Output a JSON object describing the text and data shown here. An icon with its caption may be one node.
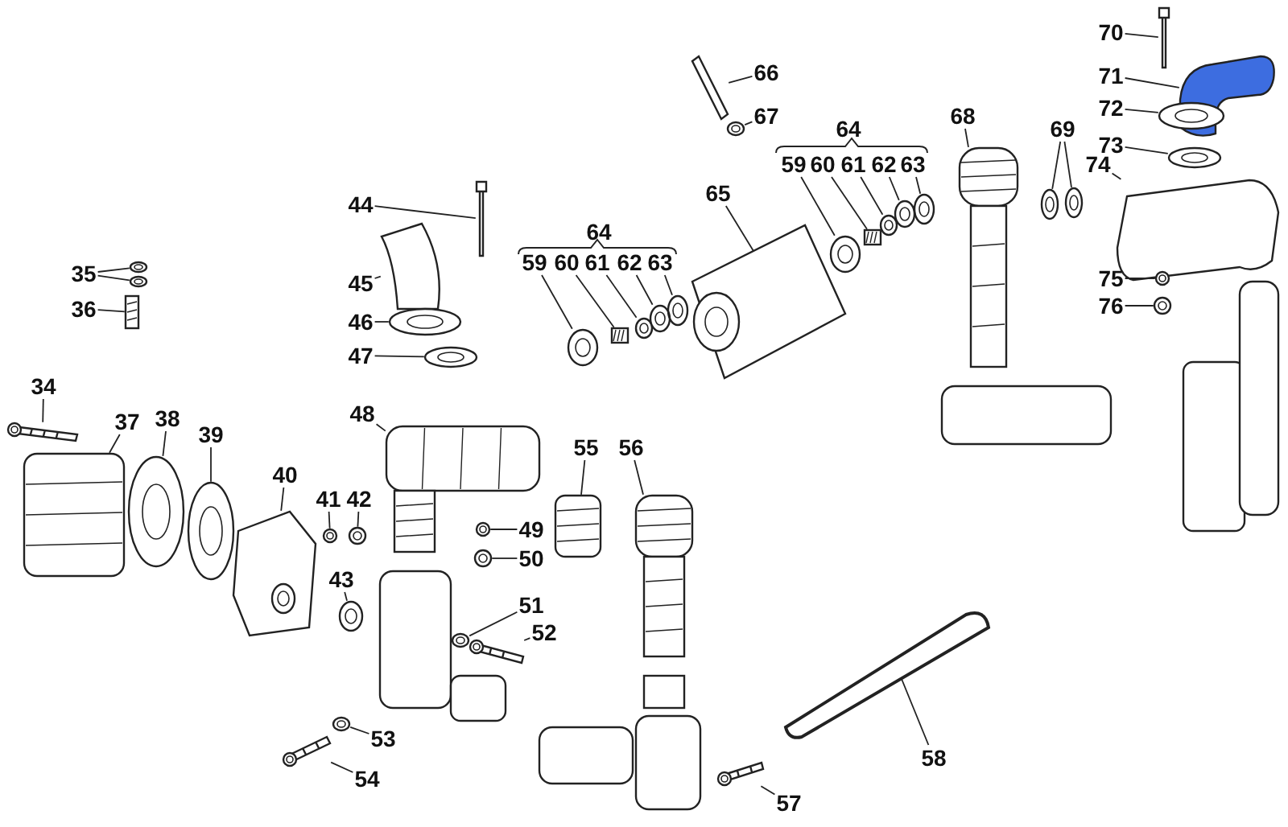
{
  "diagram": {
    "nodes": [
      {
        "text": [
          "70"
        ]
      },
      {
        "text": [
          "71"
        ]
      },
      {
        "text": [
          "72"
        ]
      },
      {
        "text": [
          "73"
        ]
      },
      {
        "text": [
          "74"
        ]
      },
      {
        "text": [
          "75"
        ]
      },
      {
        "text": [
          "76"
        ]
      },
      {
        "text": [
          "66"
        ]
      },
      {
        "text": [
          "67"
        ]
      },
      {
        "text": [
          "59"
        ]
      },
      {
        "text": [
          "60"
        ]
      },
      {
        "text": [
          "61"
        ]
      },
      {
        "text": [
          "62"
        ]
      },
      {
        "text": [
          "63"
        ]
      },
      {
        "text": [
          "68"
        ]
      },
      {
        "text": [
          "69"
        ]
      },
      {
        "text": [
          "44"
        ]
      },
      {
        "text": [
          "45"
        ]
      },
      {
        "text": [
          "46"
        ]
      },
      {
        "text": [
          "47"
        ]
      },
      {
        "text": [
          "59"
        ]
      },
      {
        "text": [
          "60"
        ]
      },
      {
        "text": [
          "61"
        ]
      },
      {
        "text": [
          "62"
        ]
      },
      {
        "text": [
          "63"
        ]
      },
      {
        "text": [
          "65"
        ]
      },
      {
        "text": [
          "35"
        ]
      },
      {
        "text": [
          "36"
        ]
      },
      {
        "text": [
          "34"
        ]
      },
      {
        "text": [
          "37"
        ]
      },
      {
        "text": [
          "38"
        ]
      },
      {
        "text": [
          "39"
        ]
      },
      {
        "text": [
          "40"
        ]
      },
      {
        "text": [
          "41"
        ]
      },
      {
        "text": [
          "42"
        ]
      },
      {
        "text": [
          "43"
        ]
      },
      {
        "text": [
          "48"
        ]
      },
      {
        "text": [
          "49"
        ]
      },
      {
        "text": [
          "50"
        ]
      },
      {
        "text": [
          "51"
        ]
      },
      {
        "text": [
          "52"
        ]
      },
      {
        "text": [
          "53"
        ]
      },
      {
        "text": [
          "54"
        ]
      },
      {
        "text": [
          "55"
        ]
      },
      {
        "text": [
          "56"
        ]
      },
      {
        "text": [
          "57"
        ]
      },
      {
        "text": [
          "58"
        ]
      },
      {
        "text": [],
        "shape": "picture"
      },
      {
        "text": [],
        "shape": "picture"
      },
      {
        "text": [],
        "shape": "picture"
      },
      {
        "text": [],
        "shape": "picture"
      },
      {
        "text": [],
        "shape": "picture"
      },
      {
        "text": [],
        "shape": "picture"
      },
      {
        "text": [],
        "shape": "picture"
      },
      {
        "text": [],
        "shape": "picture"
      },
      {
        "text": [],
        "shape": "picture"
      },
      {
        "text": [],
        "shape": "picture"
      },
      {
        "text": [],
        "shape": "picture"
      },
      {
        "text": [],
        "shape": "picture"
      },
      {
        "text": [],
        "shape": "picture"
      },
      {
        "text": [],
        "shape": "picture"
      },
      {
        "text": [],
        "shape": "picture"
      },
      {
        "text": [],
        "shape": "picture"
      },
      {
        "text": [],
        "shape": "picture"
      },
      {
        "text": [],
        "shape": "picture"
      },
      {
        "text": [],
        "shape": "picture"
      },
      {
        "text": [],
        "shape": "picture"
      },
      {
        "text": [],
        "shape": "picture"
      },
      {
        "text": [],
        "shape": "picture"
      },
      {
        "text": [],
        "shape": "picture"
      },
      {
        "text": [],
        "shape": "picture"
      },
      {
        "text": [],
        "shape": "picture"
      },
      {
        "text": [],
        "shape": "picture"
      },
      {
        "text": [],
        "shape": "picture"
      },
      {
        "text": [],
        "shape": "picture"
      },
      {
        "text": [],
        "shape": "picture"
      },
      {
        "text": [],
        "shape": "picture"
      },
      {
        "text": [],
        "shape": "picture"
      },
      {
        "text": [],
        "shape": "picture"
      },
      {
        "text": [],
        "shape": "picture"
      },
      {
        "text": [],
        "shape": "picture"
      },
      {
        "text": [],
        "shape": "picture"
      },
      {
        "text": [],
        "shape": "picture"
      },
      {
        "text": [],
        "shape": "picture"
      },
      {
        "text": [],
        "shape": "picture"
      },
      {
        "text": [],
        "shape": "picture"
      },
      {
        "text": [],
        "shape": "picture"
      },
      {
        "text": [],
        "shape": "picture"
      },
      {
        "text": [],
        "shape": "picture"
      },
      {
        "text": [],
        "shape": "picture"
      },
      {
        "text": [],
        "shape": "picture"
      },
      {
        "text": [],
        "shape": "picture"
      },
      {
        "text": [],
        "shape": "picture"
      },
      {
        "text": [],
        "shape": "picture"
      },
      {
        "text": [],
        "shape": "picture"
      },
      {
        "text": [],
        "shape": "picture"
      }
    ],
    "edges": [
      {
        "from": 0,
        "to": 47,
        "arrow": "none"
      },
      {
        "from": 1,
        "to": 48,
        "arrow": "none"
      },
      {
        "from": 2,
        "to": 49,
        "arrow": "none"
      },
      {
        "from": 3,
        "to": 50,
        "arrow": "none"
      },
      {
        "from": 4,
        "to": 51,
        "arrow": "none"
      },
      {
        "from": 5,
        "to": 52,
        "arrow": "none"
      },
      {
        "from": 6,
        "to": 53,
        "arrow": "none"
      },
      {
        "from": 7,
        "to": 54,
        "arrow": "none"
      },
      {
        "from": 8,
        "to": 55,
        "arrow": "none"
      },
      {
        "from": 9,
        "to": 56,
        "arrow": "none"
      },
      {
        "from": 10,
        "to": 57,
        "arrow": "none"
      },
      {
        "from": 11,
        "to": 58,
        "arrow": "none"
      },
      {
        "from": 12,
        "to": 59,
        "arrow": "none"
      },
      {
        "from": 13,
        "to": 60,
        "arrow": "none"
      },
      {
        "from": 14,
        "to": 61,
        "arrow": "none"
      },
      {
        "from": 15,
        "to": 62,
        "arrow": "none"
      },
      {
        "from": 15,
        "to": 63,
        "arrow": "none"
      },
      {
        "from": 16,
        "to": 64,
        "arrow": "none"
      },
      {
        "from": 17,
        "to": 65,
        "arrow": "none"
      },
      {
        "from": 18,
        "to": 66,
        "arrow": "none"
      },
      {
        "from": 19,
        "to": 67,
        "arrow": "none"
      },
      {
        "from": 20,
        "to": 68,
        "arrow": "none"
      },
      {
        "from": 21,
        "to": 69,
        "arrow": "none"
      },
      {
        "from": 22,
        "to": 70,
        "arrow": "none"
      },
      {
        "from": 23,
        "to": 71,
        "arrow": "none"
      },
      {
        "from": 24,
        "to": 72,
        "arrow": "none"
      },
      {
        "from": 25,
        "to": 73,
        "arrow": "none"
      },
      {
        "from": 26,
        "to": 74,
        "arrow": "none"
      },
      {
        "from": 26,
        "to": 75,
        "arrow": "none"
      },
      {
        "from": 27,
        "to": 76,
        "arrow": "none"
      },
      {
        "from": 28,
        "to": 77,
        "arrow": "none"
      },
      {
        "from": 29,
        "to": 78,
        "arrow": "none"
      },
      {
        "from": 30,
        "to": 79,
        "arrow": "none"
      },
      {
        "from": 31,
        "to": 80,
        "arrow": "none"
      },
      {
        "from": 32,
        "to": 81,
        "arrow": "none"
      },
      {
        "from": 33,
        "to": 82,
        "arrow": "none"
      },
      {
        "from": 34,
        "to": 83,
        "arrow": "none"
      },
      {
        "from": 35,
        "to": 84,
        "arrow": "none"
      },
      {
        "from": 36,
        "to": 85,
        "arrow": "none"
      },
      {
        "from": 37,
        "to": 86,
        "arrow": "none"
      },
      {
        "from": 38,
        "to": 87,
        "arrow": "none"
      },
      {
        "from": 39,
        "to": 88,
        "arrow": "none"
      },
      {
        "from": 40,
        "to": 89,
        "arrow": "none"
      },
      {
        "from": 41,
        "to": 90,
        "arrow": "none"
      },
      {
        "from": 42,
        "to": 91,
        "arrow": "none"
      },
      {
        "from": 43,
        "to": 92,
        "arrow": "none"
      },
      {
        "from": 44,
        "to": 93,
        "arrow": "none"
      },
      {
        "from": 45,
        "to": 94,
        "arrow": "none"
      },
      {
        "from": 46,
        "to": 95,
        "arrow": "none"
      }
    ],
    "labels": [
      "64",
      "64"
    ]
  }
}
